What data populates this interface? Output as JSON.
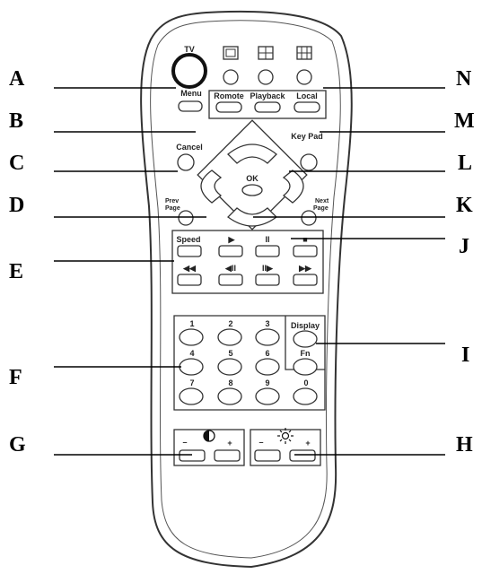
{
  "callouts": {
    "left": [
      "A",
      "B",
      "C",
      "D",
      "E",
      "F",
      "G"
    ],
    "right": [
      "N",
      "M",
      "L",
      "K",
      "J",
      "I",
      "H"
    ]
  },
  "buttons": {
    "tv": "TV",
    "menu": "Menu",
    "remote": "Romote",
    "playback": "Playback",
    "local": "Local",
    "cancel": "Cancel",
    "keypad": "Key Pad",
    "ok": "OK",
    "prev_page": [
      "Prev",
      "Page"
    ],
    "next_page": [
      "Next",
      "Page"
    ],
    "speed": "Speed",
    "play": "▶",
    "pause": "II",
    "stop": "■",
    "rewind": "◀◀",
    "step_back": "◀II",
    "step_forward": "II▶",
    "fast_forward": "▶▶",
    "digits": [
      "1",
      "2",
      "3",
      "4",
      "5",
      "6",
      "7",
      "8",
      "9",
      "0"
    ],
    "display": "Display",
    "fn": "Fn",
    "minus": "–",
    "plus": "+",
    "contrast_icon": "contrast-icon",
    "brightness_icon": "brightness-icon"
  }
}
